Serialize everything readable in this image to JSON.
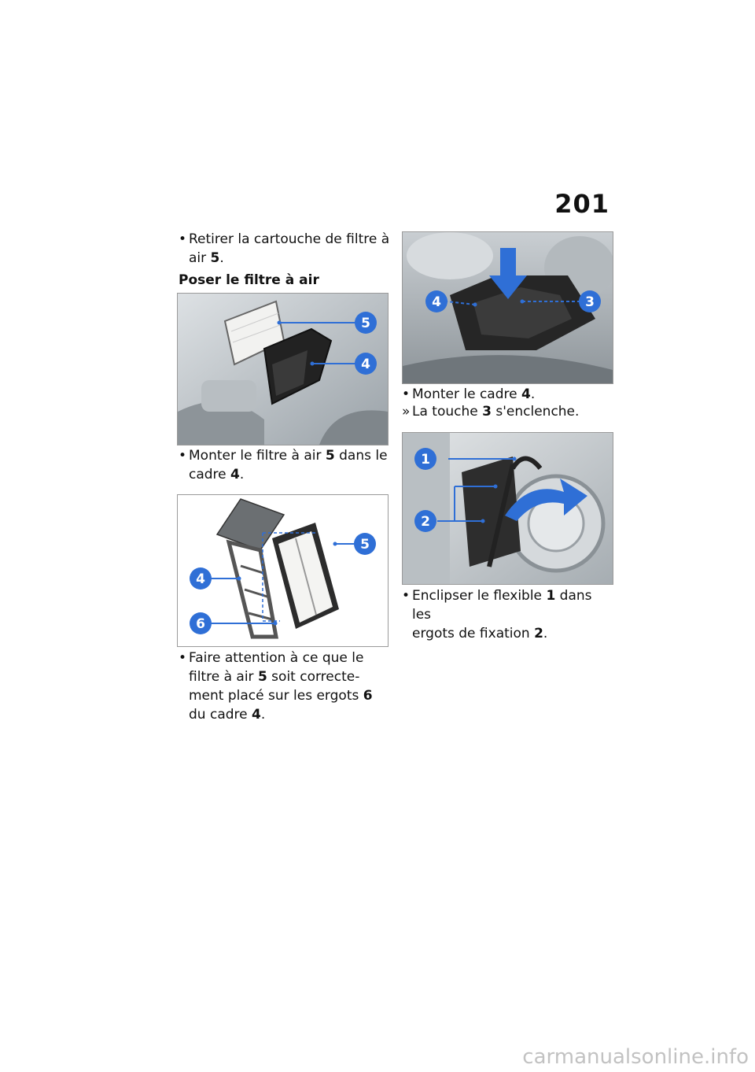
{
  "page_number": "201",
  "left": {
    "step1": {
      "bullet": "•",
      "text_a": "Retirer la cartouche de filtre à",
      "text_b": "air ",
      "num": "5",
      "end": "."
    },
    "heading": "Poser le filtre à air",
    "step2": {
      "bullet": "•",
      "text_a": "Monter le filtre à air ",
      "num_a": "5",
      "text_b": " dans le",
      "text_c": "cadre ",
      "num_b": "4",
      "end": "."
    },
    "step3": {
      "bullet": "•",
      "l1": "Faire attention à ce que le",
      "l2a": "filtre à air ",
      "num_a": "5",
      "l2b": " soit correcte-",
      "l3a": "ment placé sur les ergots ",
      "num_b": "6",
      "l4a": "du cadre ",
      "num_c": "4",
      "end": "."
    }
  },
  "right": {
    "step4": {
      "bullet": "•",
      "text": "Monter le cadre ",
      "num": "4",
      "end": "."
    },
    "result": {
      "bullet": "»",
      "text": "La touche ",
      "num": "3",
      "text_b": " s'enclenche."
    },
    "step5": {
      "bullet": "•",
      "text_a": "Enclipser le flexible ",
      "num_a": "1",
      "text_b": " dans les",
      "text_c": "ergots de fixation ",
      "num_b": "2",
      "end": "."
    }
  },
  "figures": {
    "fig1": {
      "callouts": [
        "5",
        "4"
      ]
    },
    "fig2": {
      "callouts": [
        "4",
        "5",
        "6"
      ]
    },
    "fig3": {
      "callouts": [
        "4",
        "3"
      ]
    },
    "fig4": {
      "callouts": [
        "1",
        "2"
      ]
    }
  },
  "colors": {
    "callout": "#2f6fd6",
    "callout_text": "#ffffff"
  },
  "watermark": "carmanualsonline.info"
}
